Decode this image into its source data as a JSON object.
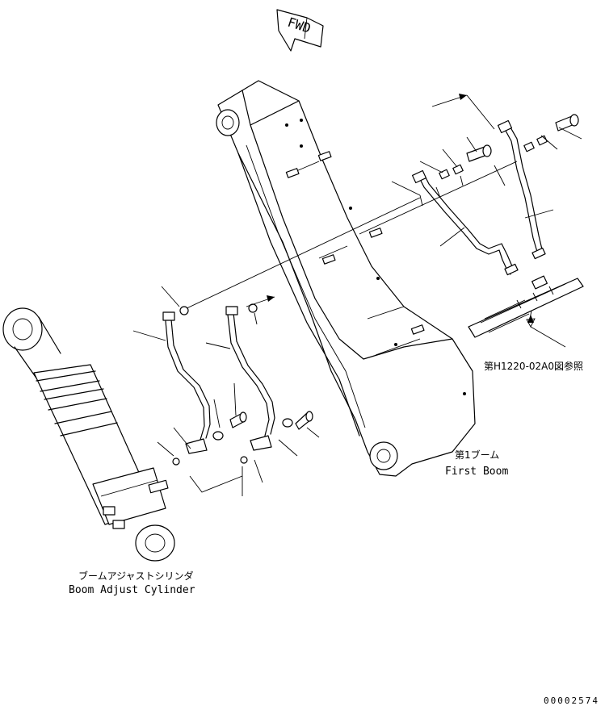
{
  "fwd_label": "FWD",
  "reference_label": "第H1220-02A0図参照",
  "boom": {
    "label_jp": "第1ブーム",
    "label_en": "First Boom"
  },
  "cylinder": {
    "label_jp": "ブームアジャストシリンダ",
    "label_en": "Boom Adjust Cylinder"
  },
  "drawing_code": "00002574"
}
